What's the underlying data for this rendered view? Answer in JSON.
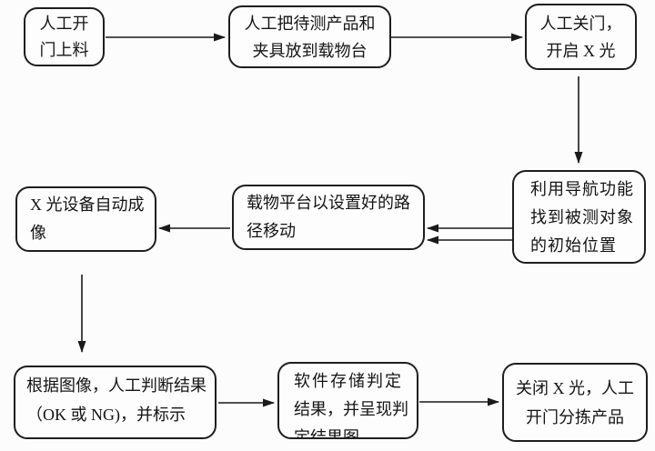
{
  "diagram": {
    "type": "flowchart",
    "colors": {
      "canvas": "#fcfcfc",
      "node_fill": "#fdfdfd",
      "node_border": "#1e1e1e",
      "text": "#141414",
      "arrow": "#1a1a1a"
    },
    "nodes": [
      {
        "id": "manual-open-door-load",
        "lines": [
          "人工开",
          "门上料"
        ]
      },
      {
        "id": "place-product-and-fixture-on-stage",
        "lines": [
          "人工把待测产品和",
          "夹具放到载物台"
        ]
      },
      {
        "id": "close-door-start-xray",
        "lines": [
          "人工关门，",
          "开启 X 光"
        ]
      },
      {
        "id": "navigate-to-initial-position",
        "lines": [
          "利用导航功能",
          "找到被测对象",
          "的初始位置"
        ]
      },
      {
        "id": "stage-moves-along-set-path",
        "lines": [
          "载物平台以设置好的路",
          "径移动"
        ]
      },
      {
        "id": "xray-auto-imaging",
        "lines": [
          "X 光设备自动成",
          "像"
        ]
      },
      {
        "id": "manual-judge-result",
        "lines": [
          "根据图像，人工判断结果",
          "（OK 或 NG)，并标示"
        ]
      },
      {
        "id": "software-store-result",
        "lines": [
          "软件存储判定",
          "结果，并呈现判",
          "定结果图"
        ]
      },
      {
        "id": "close-xray-open-door-sort",
        "lines": [
          "关闭 X 光，人工",
          "开门分拣产品"
        ]
      }
    ],
    "edges": [
      {
        "from": "manual-open-door-load",
        "to": "place-product-and-fixture-on-stage",
        "style": "single"
      },
      {
        "from": "place-product-and-fixture-on-stage",
        "to": "close-door-start-xray",
        "style": "single"
      },
      {
        "from": "close-door-start-xray",
        "to": "navigate-to-initial-position",
        "style": "single"
      },
      {
        "from": "navigate-to-initial-position",
        "to": "stage-moves-along-set-path",
        "style": "double"
      },
      {
        "from": "stage-moves-along-set-path",
        "to": "xray-auto-imaging",
        "style": "single"
      },
      {
        "from": "xray-auto-imaging",
        "to": "manual-judge-result",
        "style": "single"
      },
      {
        "from": "manual-judge-result",
        "to": "software-store-result",
        "style": "single"
      },
      {
        "from": "software-store-result",
        "to": "close-xray-open-door-sort",
        "style": "single"
      }
    ]
  }
}
